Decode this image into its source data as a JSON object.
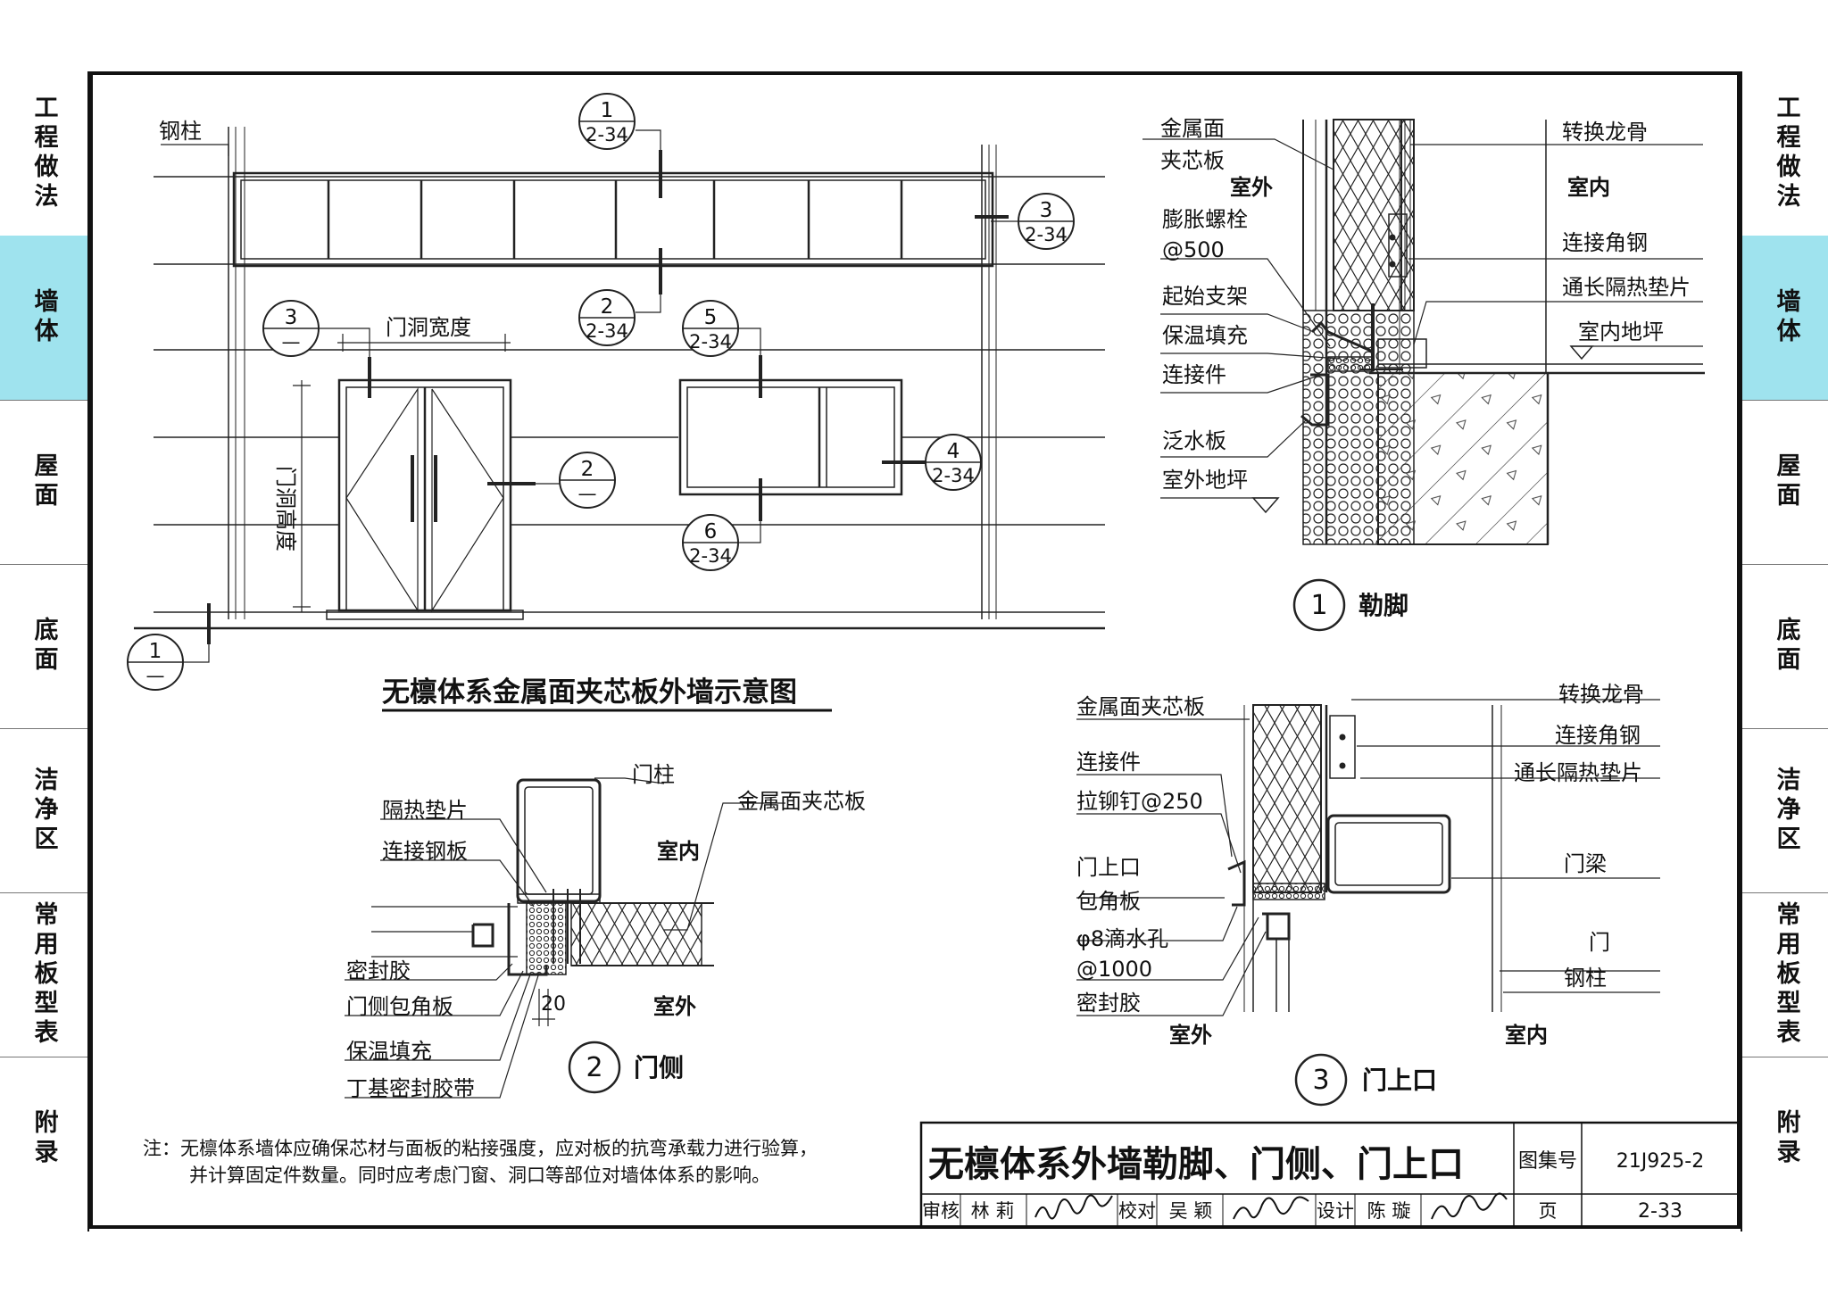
{
  "sidebar_left": [
    {
      "label": "工程做法",
      "active": false
    },
    {
      "label": "墙体",
      "active": true
    },
    {
      "label": "屋面",
      "active": false
    },
    {
      "label": "底面",
      "active": false
    },
    {
      "label": "洁净区",
      "active": false
    },
    {
      "label": "常用板型表",
      "active": false
    },
    {
      "label": "附录",
      "active": false
    }
  ],
  "sidebar_right": [
    {
      "label": "工程做法",
      "active": false
    },
    {
      "label": "墙体",
      "active": true
    },
    {
      "label": "屋面",
      "active": false
    },
    {
      "label": "底面",
      "active": false
    },
    {
      "label": "洁净区",
      "active": false
    },
    {
      "label": "常用板型表",
      "active": false
    },
    {
      "label": "附录",
      "active": false
    }
  ],
  "elevation": {
    "title": "无檩体系金属面夹芯板外墙示意图",
    "steel_column": "钢柱",
    "door_width": "门洞宽度",
    "door_height": "门洞高度",
    "callouts": {
      "c1_top": {
        "num": "1",
        "ref": "2-34"
      },
      "c2_top": {
        "num": "2",
        "ref": "2-34"
      },
      "c3_right": {
        "num": "3",
        "ref": "2-34"
      },
      "c3_left": {
        "num": "3",
        "ref": "—"
      },
      "c5": {
        "num": "5",
        "ref": "2-34"
      },
      "c4": {
        "num": "4",
        "ref": "2-34"
      },
      "c6": {
        "num": "6",
        "ref": "2-34"
      },
      "c2_door": {
        "num": "2",
        "ref": "—"
      },
      "c1_bottom": {
        "num": "1",
        "ref": "—"
      }
    }
  },
  "detail1": {
    "number": "1",
    "title": "勒脚",
    "labels": {
      "metal_panel": "金属面",
      "sandwich": "夹芯板",
      "outdoor": "室外",
      "bolt": "膨胀螺栓",
      "bolt_spacing": "@500",
      "start_bracket": "起始支架",
      "insul_fill": "保温填充",
      "connector": "连接件",
      "flashing": "泛水板",
      "outdoor_floor": "室外地坪",
      "transfer_keel": "转换龙骨",
      "indoor": "室内",
      "angle_steel": "连接角钢",
      "thermal_pad": "通长隔热垫片",
      "indoor_floor": "室内地坪"
    }
  },
  "detail2": {
    "number": "2",
    "title": "门侧",
    "labels": {
      "door_post": "门柱",
      "metal_panel": "金属面夹芯板",
      "thermal_pad": "隔热垫片",
      "steel_plate": "连接钢板",
      "indoor": "室内",
      "sealant": "密封胶",
      "door_trim": "门侧包角板",
      "insul_fill": "保温填充",
      "butyl": "丁基密封胶带",
      "outdoor": "室外",
      "dim": "20"
    }
  },
  "detail3": {
    "number": "3",
    "title": "门上口",
    "labels": {
      "metal_panel": "金属面夹芯板",
      "connector": "连接件",
      "rivet": "拉铆钉@250",
      "door_top": "门上口",
      "corner_plate": "包角板",
      "drip_hole": "φ8滴水孔",
      "drip_spacing": "@1000",
      "sealant": "密封胶",
      "outdoor": "室外",
      "indoor": "室内",
      "transfer_keel": "转换龙骨",
      "angle_steel": "连接角钢",
      "thermal_pad": "通长隔热垫片",
      "door_beam": "门梁",
      "door": "门",
      "steel_column": "钢柱"
    }
  },
  "note": {
    "line1": "注：无檩体系墙体应确保芯材与面板的粘接强度，应对板的抗弯承载力进行验算，",
    "line2": "并计算固定件数量。同时应考虑门窗、洞口等部位对墙体体系的影响。"
  },
  "title_block": {
    "title": "无檩体系外墙勒脚、门侧、门上口",
    "atlas_label": "图集号",
    "atlas_no": "21J925-2",
    "review_label": "审核",
    "reviewer": "林  莉",
    "check_label": "校对",
    "checker": "吴  颖",
    "design_label": "设计",
    "designer": "陈  璇",
    "page_label": "页",
    "page_no": "2-33"
  }
}
